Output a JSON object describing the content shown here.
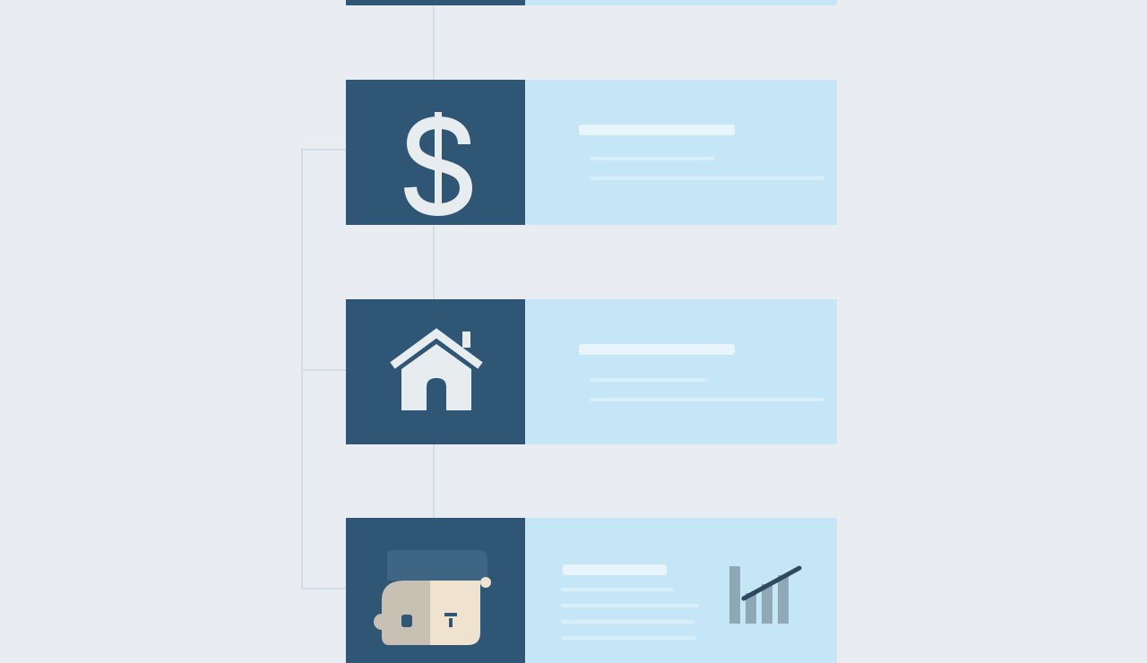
{
  "rows": [
    {
      "id": "row-top",
      "icon": "none",
      "state": "partially-visible"
    },
    {
      "id": "row-finance",
      "icon": "dollar-icon"
    },
    {
      "id": "row-housing",
      "icon": "house-icon"
    },
    {
      "id": "row-profile",
      "icon": "person-avatar",
      "extra_icon": "bar-chart-icon"
    }
  ],
  "colors": {
    "background": "#e9edf2",
    "icon_tile": "#2f5675",
    "content_panel": "#c5e6f6",
    "placeholder_text": "#e8f5fc",
    "connector": "#d6dce3"
  }
}
